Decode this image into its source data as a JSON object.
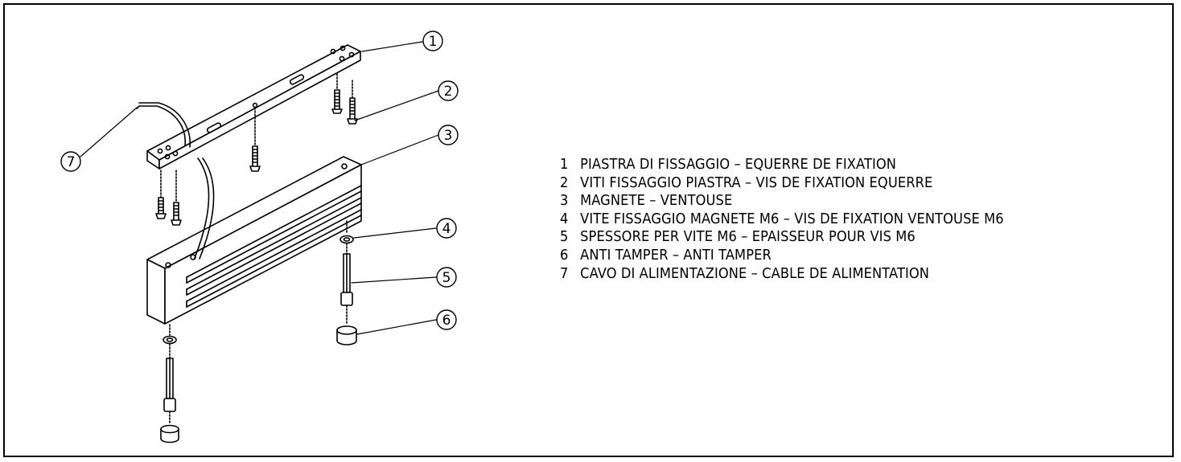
{
  "callouts": [
    "1",
    "2",
    "3",
    "4",
    "5",
    "6",
    "7"
  ],
  "legend": [
    {
      "num": "1",
      "text": "PIASTRA DI FISSAGGIO – EQUERRE DE FIXATION"
    },
    {
      "num": "2",
      "text": "VITI FISSAGGIO PIASTRA – VIS DE FIXATION EQUERRE"
    },
    {
      "num": "3",
      "text": "MAGNETE – VENTOUSE"
    },
    {
      "num": "4",
      "text": "VITE FISSAGGIO MAGNETE M6 – VIS DE FIXATION VENTOUSE M6"
    },
    {
      "num": "5",
      "text": "SPESSORE PER VITE M6 – EPAISSEUR POUR VIS M6"
    },
    {
      "num": "6",
      "text": "ANTI TAMPER – ANTI TAMPER"
    },
    {
      "num": "7",
      "text": "CAVO DI ALIMENTAZIONE – CABLE DE ALIMENTATION"
    }
  ]
}
